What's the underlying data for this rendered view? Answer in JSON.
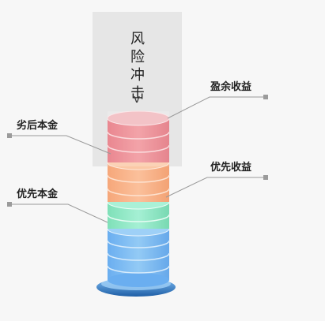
{
  "diagram": {
    "risk": {
      "text": "风险冲击",
      "arrow": "v"
    },
    "labels": {
      "surplus_income": "盈余收益",
      "subordinated_principal": "劣后本金",
      "priority_income": "优先收益",
      "priority_principal": "优先本金"
    },
    "colors": {
      "surplus": "#e98088",
      "subordinated": "#f5b08a",
      "priority_income": "#8ee6c4",
      "priority_principal": "#7fb9ee",
      "base": "#3d86cf",
      "leader": "#9a9a9a",
      "marker": "#9b9b9b"
    }
  }
}
